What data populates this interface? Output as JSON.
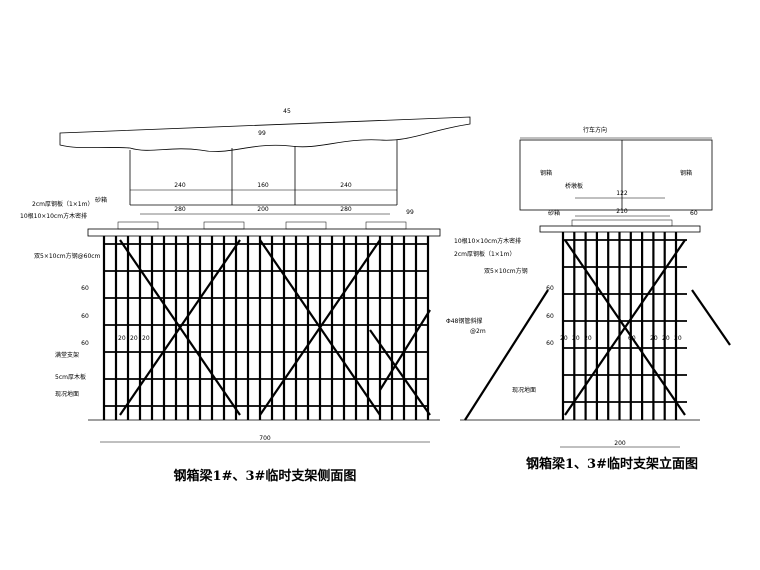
{
  "side_view": {
    "caption": "钢箱梁1#、3#临时支架侧面图",
    "top_dim": "45",
    "deck_dim": "99",
    "dims_upper": [
      "240",
      "160",
      "240"
    ],
    "dims_lower": [
      "280",
      "200",
      "280"
    ],
    "right_dim": "99",
    "total_width": "700",
    "brace_spacing": [
      "20",
      "20",
      "20"
    ],
    "vertical_dims": [
      "60",
      "60",
      "60"
    ],
    "labels": {
      "steel_plate": "2cm厚钢板（1×1m）",
      "sand": "砂箱",
      "i_beam": "10根10×10cm方木密排",
      "timber": "双5×10cm方钢@60cm",
      "scaffold": "满堂支架",
      "board": "5cm厚木板",
      "ground": "现况地面"
    }
  },
  "front_view": {
    "caption": "钢箱梁1、3#临时支架立面图",
    "direction": "行车方向",
    "left_box": "钢箱",
    "right_box": "钢箱",
    "cushion": "桥墩板",
    "dim_top": "122",
    "dim_mid": "210",
    "right_dim": "60",
    "total_width": "200",
    "brace_spacing": [
      "20",
      "20",
      "20",
      "60",
      "20",
      "20",
      "20"
    ],
    "vertical_dims": [
      "60",
      "60",
      "60"
    ],
    "labels": {
      "sand": "砂箱",
      "i_beam": "10根10×10cm方木密排",
      "steel_plate": "2cm厚钢板（1×1m）",
      "timber": "双5×10cm方钢",
      "brace": "Φ48钢管斜撑",
      "brace_len": "@2m",
      "ground": "现况地面"
    }
  }
}
